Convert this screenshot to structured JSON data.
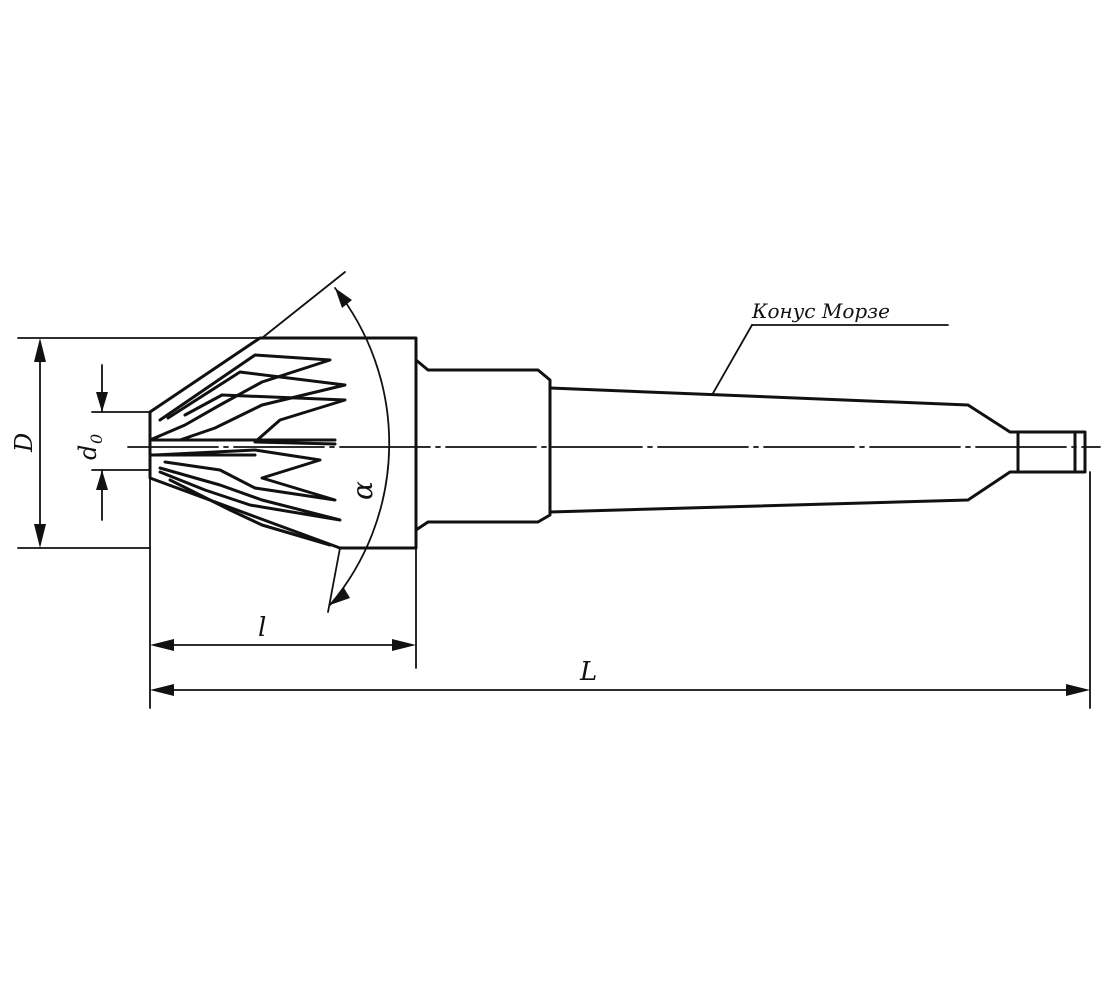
{
  "labels": {
    "morse_taper": "Конус Морзе",
    "outer_diameter": "D",
    "hole_diameter_d": "d",
    "hole_diameter_sub": "0",
    "angle": "α",
    "working_length": "l",
    "total_length": "L"
  },
  "colors": {
    "line": "#111111",
    "background": "#ffffff"
  }
}
